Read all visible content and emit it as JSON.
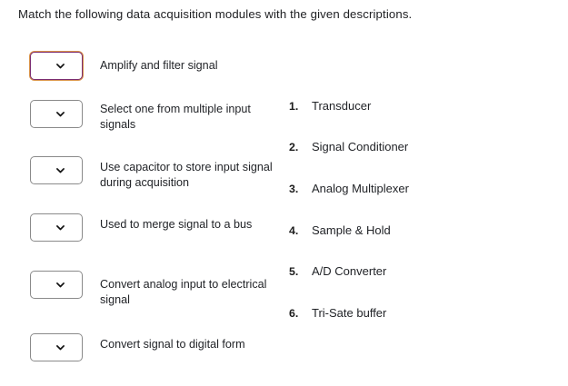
{
  "question": {
    "prompt": "Match the following data acquisition modules with the given descriptions."
  },
  "match_rows": [
    {
      "dropdown": {
        "icon": "chevron-down-icon",
        "value": "",
        "state": "focused"
      },
      "description": "Amplify and filter signal"
    },
    {
      "dropdown": {
        "icon": "chevron-down-icon",
        "value": "",
        "state": "default"
      },
      "description": "Select one from multiple input signals"
    },
    {
      "dropdown": {
        "icon": "chevron-down-icon",
        "value": "",
        "state": "default"
      },
      "description": "Use capacitor to store input signal during acquisition"
    },
    {
      "dropdown": {
        "icon": "chevron-down-icon",
        "value": "",
        "state": "default"
      },
      "description": "Used to merge signal to a bus"
    },
    {
      "dropdown": {
        "icon": "chevron-down-icon",
        "value": "",
        "state": "default"
      },
      "description": "Convert analog input to electrical signal"
    },
    {
      "dropdown": {
        "icon": "chevron-down-icon",
        "value": "",
        "state": "default"
      },
      "description": "Convert signal to digital form"
    }
  ],
  "options": [
    {
      "number": "1.",
      "label": "Transducer"
    },
    {
      "number": "2.",
      "label": "Signal Conditioner"
    },
    {
      "number": "3.",
      "label": "Analog Multiplexer"
    },
    {
      "number": "4.",
      "label": "Sample & Hold"
    },
    {
      "number": "5.",
      "label": "A/D Converter"
    },
    {
      "number": "6.",
      "label": "Tri-Sate buffer"
    }
  ],
  "colors": {
    "focus_border": "#7B2D72",
    "focus_ring": "#d9934a",
    "default_border": "#8a8a8a",
    "text": "#222428",
    "background": "#ffffff"
  },
  "layout": {
    "row_tops": [
      57,
      110,
      172,
      235,
      298,
      367
    ],
    "desc_tops": [
      64,
      112,
      176,
      239,
      305,
      371
    ],
    "option_tops": [
      108,
      153,
      199,
      245,
      290,
      336
    ]
  }
}
